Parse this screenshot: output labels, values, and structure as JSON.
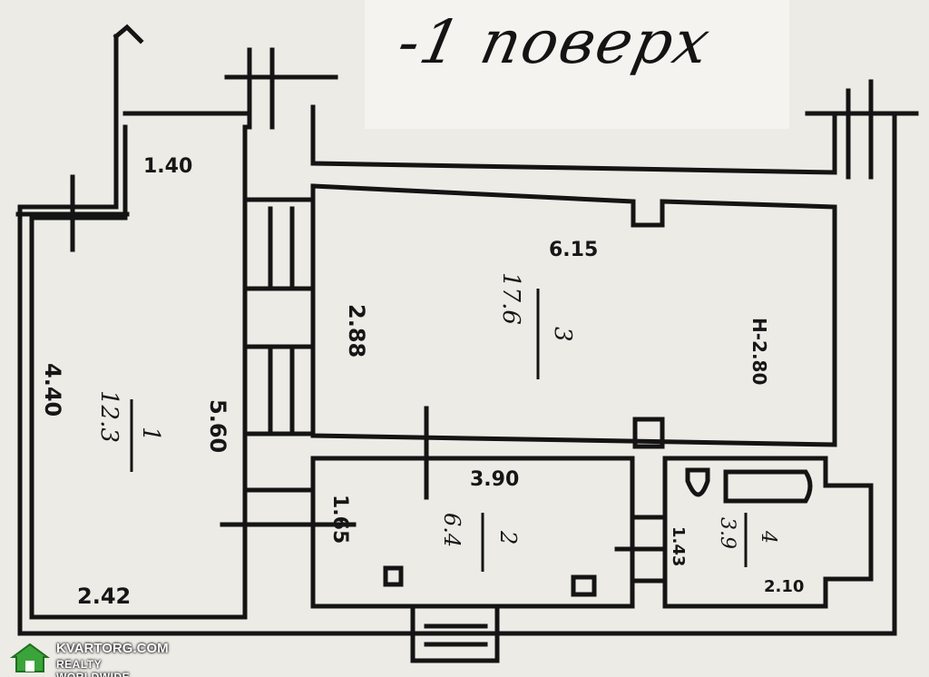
{
  "floor_title": "-1 поверх",
  "dimensions": {
    "balcony_width": "1.40",
    "room1_height": "4.40",
    "room1_width": "2.42",
    "room1_length": "5.60",
    "room3_width": "6.15",
    "room3_depth": "2.88",
    "ceiling_height": "H-2.80",
    "kitchen_width": "3.90",
    "kitchen_depth": "1.65",
    "bath_width": "2.10",
    "bath_depth": "1.43"
  },
  "rooms": [
    {
      "number": "1",
      "area": "12.3"
    },
    {
      "number": "3",
      "area": "17.6"
    },
    {
      "number": "2",
      "area": "6.4"
    },
    {
      "number": "4",
      "area": "3.9"
    }
  ],
  "watermark": {
    "name": "KVARTORG.COM",
    "tagline": "REALTY WORLDWIDE",
    "accent_color": "#3aa43a"
  }
}
